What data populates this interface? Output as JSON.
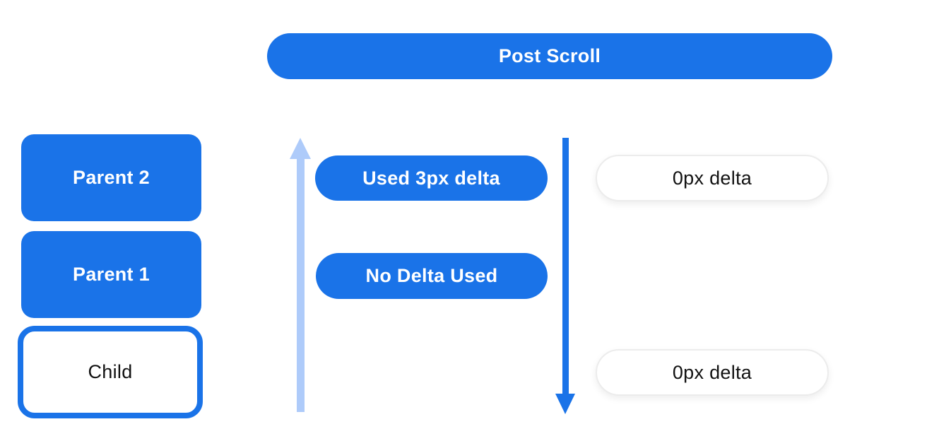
{
  "colors": {
    "primary_blue": "#1a73e8",
    "light_blue": "#aecbfa",
    "pill_border": "#ececec",
    "text_on_blue": "#ffffff",
    "text_dark": "#111111",
    "background": "#ffffff"
  },
  "banner": {
    "label": "Post Scroll"
  },
  "node_stack": {
    "items": [
      {
        "label": "Parent 2",
        "variant": "filled"
      },
      {
        "label": "Parent 1",
        "variant": "filled"
      },
      {
        "label": "Child",
        "variant": "outlined"
      }
    ]
  },
  "scroll_up_lane": {
    "arrow_icon": "up-arrow-icon",
    "arrow_color": "#aecbfa",
    "pills": [
      {
        "label": "Used 3px delta",
        "style": "blue"
      },
      {
        "label": "No Delta Used",
        "style": "blue"
      }
    ]
  },
  "scroll_down_lane": {
    "arrow_icon": "down-arrow-icon",
    "arrow_color": "#1a73e8",
    "pills": [
      {
        "label": "0px delta",
        "style": "white"
      },
      {
        "label": "0px delta",
        "style": "white"
      }
    ]
  }
}
